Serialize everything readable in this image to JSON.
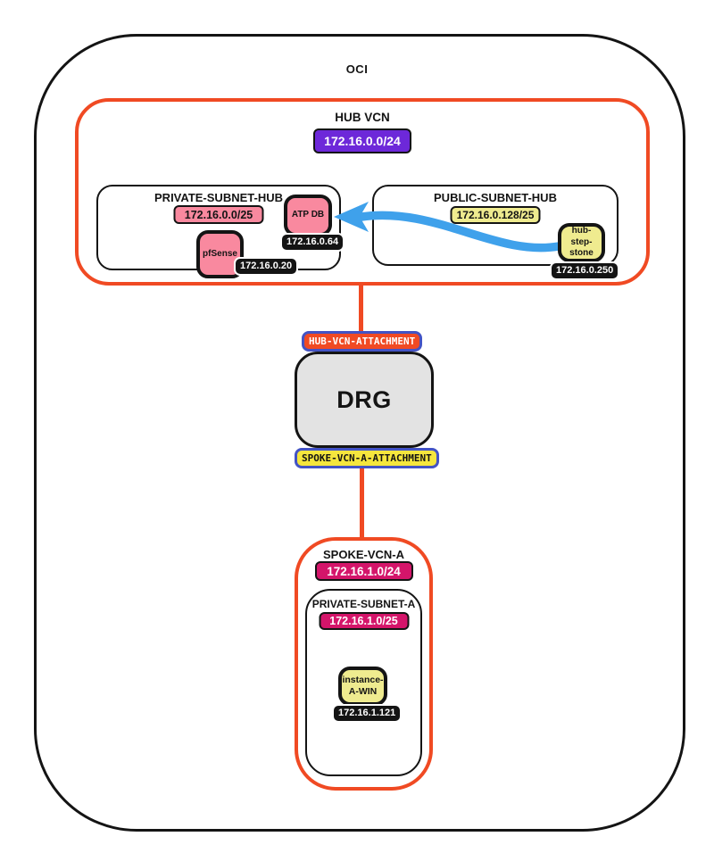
{
  "colors": {
    "container_red": "#F04A23",
    "cidr_purple": "#6D28D9",
    "node_pink": "#F9899F",
    "node_pale_yellow": "#EFEB8F",
    "attachment_yellow": "#F5E63D",
    "cidr_magenta": "#D4156A",
    "arrow_blue": "#3FA1EB",
    "attachment_border_blue": "#4353C4",
    "drg_gray": "#E3E3E3",
    "ink_black": "#141414"
  },
  "oci": {
    "label": "OCI"
  },
  "hub_vcn": {
    "title": "HUB VCN",
    "cidr": "172.16.0.0/24",
    "private_subnet": {
      "title": "PRIVATE-SUBNET-HUB",
      "cidr": "172.16.0.0/25",
      "nodes": {
        "atp_db": {
          "label": "ATP DB",
          "ip": "172.16.0.64"
        },
        "pfsense": {
          "label": "pfSense",
          "ip": "172.16.0.20"
        }
      }
    },
    "public_subnet": {
      "title": "PUBLIC-SUBNET-HUB",
      "cidr": "172.16.0.128/25",
      "nodes": {
        "hub_step_stone": {
          "label_lines": [
            "hub-step-",
            "stone"
          ],
          "ip": "172.16.0.250"
        }
      }
    }
  },
  "drg": {
    "label": "DRG",
    "hub_attachment_label": "HUB-VCN-ATTACHMENT",
    "spoke_attachment_label": "SPOKE-VCN-A-ATTACHMENT"
  },
  "spoke_vcn_a": {
    "title": "SPOKE-VCN-A",
    "cidr": "172.16.1.0/24",
    "private_subnet": {
      "title": "PRIVATE-SUBNET-A",
      "cidr": "172.16.1.0/25",
      "nodes": {
        "instance_a_win": {
          "label_lines": [
            "instance-",
            "A-WIN"
          ],
          "ip": "172.16.1.121"
        }
      }
    }
  },
  "connections": {
    "traffic_arrow": {
      "from": "hub-step-stone",
      "to": "ATP DB",
      "color": "#3FA1EB"
    }
  }
}
